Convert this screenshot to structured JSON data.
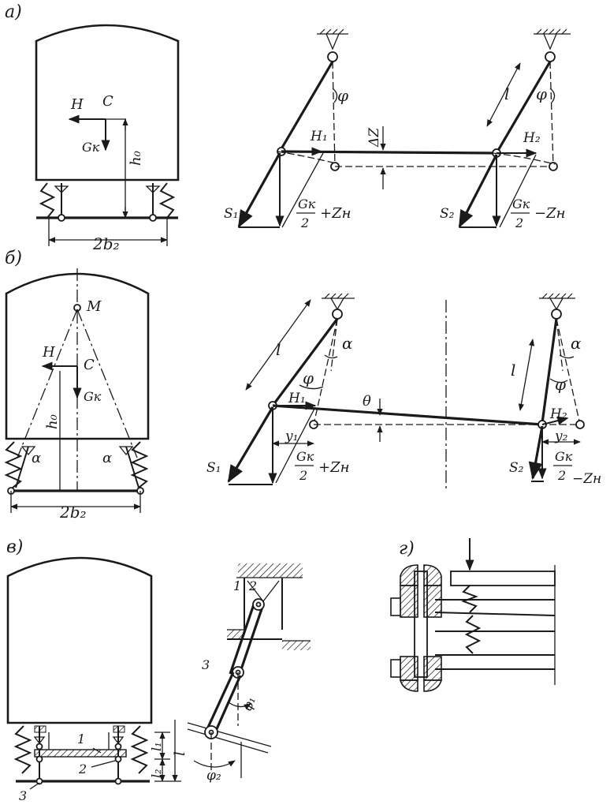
{
  "panels": {
    "a": {
      "label": "a)"
    },
    "b": {
      "label": "б)"
    },
    "v": {
      "label": "в)"
    },
    "g": {
      "label": "г)"
    }
  },
  "labels": {
    "H": "H",
    "C": "C",
    "M": "M",
    "Gk": "Gк",
    "h0": "h₀",
    "two_b2": "2b₂",
    "phi": "φ",
    "l": "l",
    "H1": "H₁",
    "H2": "H₂",
    "deltaZ": "ΔZ",
    "S1": "S₁",
    "S2": "S₂",
    "Gk_over_2_num": "Gк",
    "Gk_over_2_den": "2",
    "plus_Zn": "+Zн",
    "minus_Zn": "−Zн",
    "alpha": "α",
    "theta": "θ",
    "y1": "y₁",
    "y2": "y₂",
    "phi1": "φ₁",
    "phi2": "φ₂",
    "l1": "l₁",
    "l2": "l₂",
    "num1": "1",
    "num2": "2",
    "num3": "3"
  }
}
